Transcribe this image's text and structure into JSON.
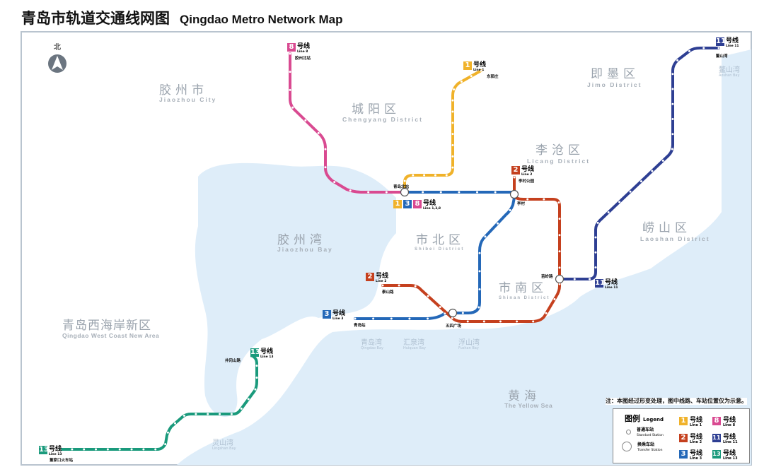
{
  "title": {
    "zh": "青岛市轨道交通线网图",
    "en": "Qingdao Metro Network Map"
  },
  "north_label": "北",
  "districts": [
    {
      "zh": "胶州市",
      "en": "Jiaozhou City"
    },
    {
      "zh": "城阳区",
      "en": "Chengyang District"
    },
    {
      "zh": "即墨区",
      "en": "Jimo District"
    },
    {
      "zh": "李沧区",
      "en": "Licang District"
    },
    {
      "zh": "胶州湾",
      "en": "Jiaozhou Bay"
    },
    {
      "zh": "市北区",
      "en": "Shibei District"
    },
    {
      "zh": "崂山区",
      "en": "Laoshan District"
    },
    {
      "zh": "市南区",
      "en": "Shinan District"
    },
    {
      "zh": "青岛西海岸新区",
      "en": "Qingdao West Coast New Area"
    },
    {
      "zh": "黄海",
      "en": "The Yellow Sea"
    }
  ],
  "bays": [
    {
      "zh": "青岛湾",
      "en": "Qingdao Bay"
    },
    {
      "zh": "汇泉湾",
      "en": "Huiquan Bay"
    },
    {
      "zh": "浮山湾",
      "en": "Fushan Bay"
    },
    {
      "zh": "鳌山湾",
      "en": "Aoshan Bay"
    },
    {
      "zh": "灵山湾",
      "en": "Lingshan Bay"
    }
  ],
  "lines": [
    {
      "id": "1",
      "color": "#f0b22a",
      "zh": "号线",
      "en": "Line 1"
    },
    {
      "id": "2",
      "color": "#c5401e",
      "zh": "号线",
      "en": "Line 2"
    },
    {
      "id": "3",
      "color": "#2468b8",
      "zh": "号线",
      "en": "Line 3"
    },
    {
      "id": "8",
      "color": "#d94a91",
      "zh": "号线",
      "en": "Line 8"
    },
    {
      "id": "11",
      "color": "#2e3f93",
      "zh": "号线",
      "en": "Line 11"
    },
    {
      "id": "13",
      "color": "#1a9a7c",
      "zh": "号线",
      "en": "Line 13"
    }
  ],
  "shared_label": {
    "zh": "号线",
    "en": "Line 1,3,8"
  },
  "stations": {
    "qingdao_north": "青岛北站",
    "licun": "李村",
    "licun_park": "李村公园",
    "taishan_rd": "泰山路",
    "may_fourth": "五四广场",
    "qingdao_station": "青岛站",
    "miaoling_rd": "苗岭路",
    "aoshan_bay": "鳌山湾",
    "jiaozhou_north": "胶州北站",
    "dongguozhuang": "东郭庄",
    "jinggangshan_rd": "井冈山路",
    "dongjiakou": "董家口火车站"
  },
  "note": "注：本图经过形变处理，图中线路、车站位置仅为示意。",
  "legend": {
    "title": "图例",
    "title_en": "Legend",
    "standard": "普通车站",
    "standard_en": "Standard Station",
    "transfer": "换乘车站",
    "transfer_en": "Transfer Station"
  },
  "colors": {
    "water": "#deedf9",
    "land": "#ffffff",
    "frame": "#b9c4cf"
  }
}
